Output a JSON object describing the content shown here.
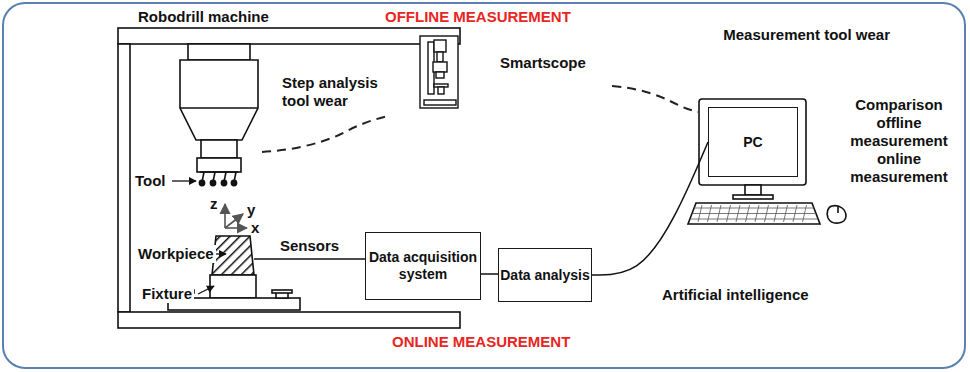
{
  "diagram": {
    "nodes": [
      {
        "text": [
          "Data acquisition system"
        ]
      },
      {
        "text": [
          "Data analysis"
        ]
      },
      {
        "text": [
          "PC"
        ]
      }
    ],
    "edges": [
      {
        "from": 0,
        "to": 1,
        "arrow": "none"
      },
      {
        "from": 1,
        "to": 2,
        "arrow": "none"
      }
    ],
    "labels": [
      "Robodrill machine",
      "OFFLINE MEASUREMENT",
      "Step analysis tool wear",
      "Smartscope",
      "Measurement tool wear",
      "Comparison offline measurement online measurement",
      "Tool",
      "z",
      "y",
      "x",
      "Workpiece",
      "Fixture",
      "Sensors",
      "Artificial intelligence",
      "ONLINE MEASUREMENT"
    ]
  }
}
